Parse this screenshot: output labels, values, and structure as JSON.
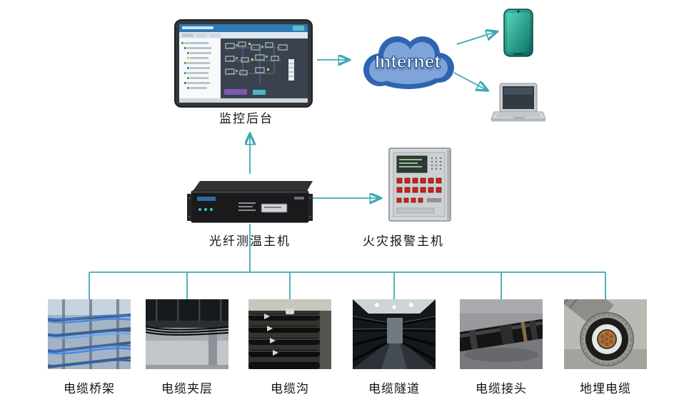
{
  "diagram": {
    "labels": {
      "monitor": "监控后台",
      "internet": "Internet",
      "fiber_host": "光纤测温主机",
      "fire_alarm": "火灾报警主机"
    },
    "sites": [
      {
        "label": "电缆桥架",
        "type": "cable-tray"
      },
      {
        "label": "电缆夹层",
        "type": "cable-mezzanine"
      },
      {
        "label": "电缆沟",
        "type": "cable-trench"
      },
      {
        "label": "电缆隧道",
        "type": "cable-tunnel"
      },
      {
        "label": "电缆接头",
        "type": "cable-joint"
      },
      {
        "label": "地埋电缆",
        "type": "buried-cable"
      }
    ],
    "colors": {
      "connector": "#3fa9b4",
      "cloud_fill": "#2f64b0",
      "cloud_inner": "#7ea4d9",
      "cloud_text": "#ffffff"
    }
  }
}
